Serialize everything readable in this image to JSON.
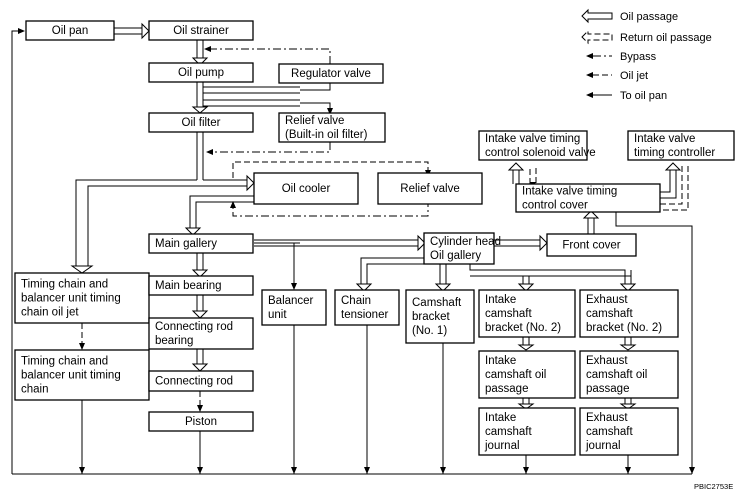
{
  "legend": {
    "oil_passage": "Oil passage",
    "return_oil_passage": "Return oil passage",
    "bypass": "Bypass",
    "oil_jet": "Oil jet",
    "to_oil_pan": "To oil pan"
  },
  "boxes": {
    "oil_pan": [
      "Oil pan"
    ],
    "oil_strainer": [
      "Oil strainer"
    ],
    "oil_pump": [
      "Oil pump"
    ],
    "regulator_valve": [
      "Regulator valve"
    ],
    "oil_filter": [
      "Oil filter"
    ],
    "relief_valve_builtin": [
      "Relief valve",
      "(Built-in oil filter)"
    ],
    "oil_cooler": [
      "Oil cooler"
    ],
    "relief_valve": [
      "Relief valve"
    ],
    "intake_solenoid": [
      "Intake valve timing",
      "control solenoid valve"
    ],
    "intake_controller": [
      "Intake valve",
      "timing controller"
    ],
    "intake_cover": [
      "Intake valve timing",
      "control cover"
    ],
    "main_gallery": [
      "Main gallery"
    ],
    "cylinder_head": [
      "Cylinder head",
      "Oil gallery"
    ],
    "front_cover": [
      "Front cover"
    ],
    "timing_jet": [
      "Timing chain and",
      "balancer unit timing",
      "chain oil jet"
    ],
    "main_bearing": [
      "Main bearing"
    ],
    "balancer_unit": [
      "Balancer",
      "unit"
    ],
    "chain_tensioner": [
      "Chain",
      "tensioner"
    ],
    "camshaft_bracket_1": [
      "Camshaft",
      "bracket",
      "(No. 1)"
    ],
    "intake_bracket_2": [
      "Intake",
      "camshaft",
      "bracket (No. 2)"
    ],
    "exhaust_bracket_2": [
      "Exhaust",
      "camshaft",
      "bracket (No. 2)"
    ],
    "connecting_rod_bearing": [
      "Connecting rod",
      "bearing"
    ],
    "timing_chain": [
      "Timing chain and",
      "balancer unit timing",
      "chain"
    ],
    "intake_oil_passage": [
      "Intake",
      "camshaft oil",
      "passage"
    ],
    "exhaust_oil_passage": [
      "Exhaust",
      "camshaft oil",
      "passage"
    ],
    "connecting_rod": [
      "Connecting rod"
    ],
    "piston": [
      "Piston"
    ],
    "intake_journal": [
      "Intake",
      "camshaft",
      "journal"
    ],
    "exhaust_journal": [
      "Exhaust",
      "camshaft",
      "journal"
    ]
  },
  "figure_code": "PBIC2753E"
}
